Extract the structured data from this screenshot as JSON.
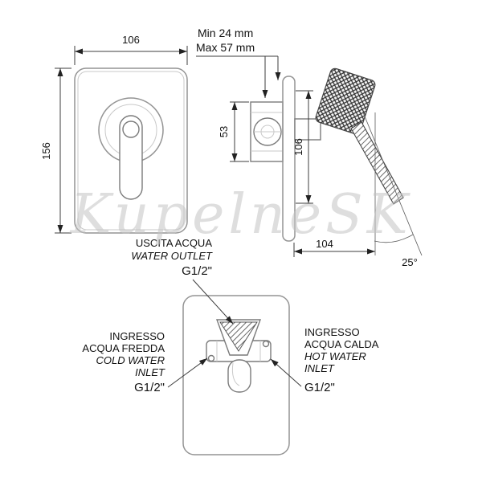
{
  "watermark": "KupelneSK",
  "colors": {
    "line": "#949494",
    "dimension": "#3c3c3c",
    "text": "#111111",
    "watermark": "#c4c4c4"
  },
  "front_view": {
    "width": "106",
    "height": "156"
  },
  "side_view": {
    "min_depth": "Min 24 mm",
    "max_depth": "Max 57 mm",
    "dim_53": "53",
    "dim_106": "106",
    "dim_104": "104",
    "angle": "25°"
  },
  "connections": {
    "outlet": {
      "label_it": "USCITA ACQUA",
      "label_en": "WATER OUTLET",
      "thread": "G1/2\""
    },
    "cold": {
      "l1": "INGRESSO",
      "l2": "ACQUA FREDDA",
      "l3": "COLD WATER",
      "l4": "INLET",
      "thread": "G1/2\""
    },
    "hot": {
      "l1": "INGRESSO",
      "l2": "ACQUA CALDA",
      "l3": "HOT WATER",
      "l4": "INLET",
      "thread": "G1/2\""
    }
  }
}
